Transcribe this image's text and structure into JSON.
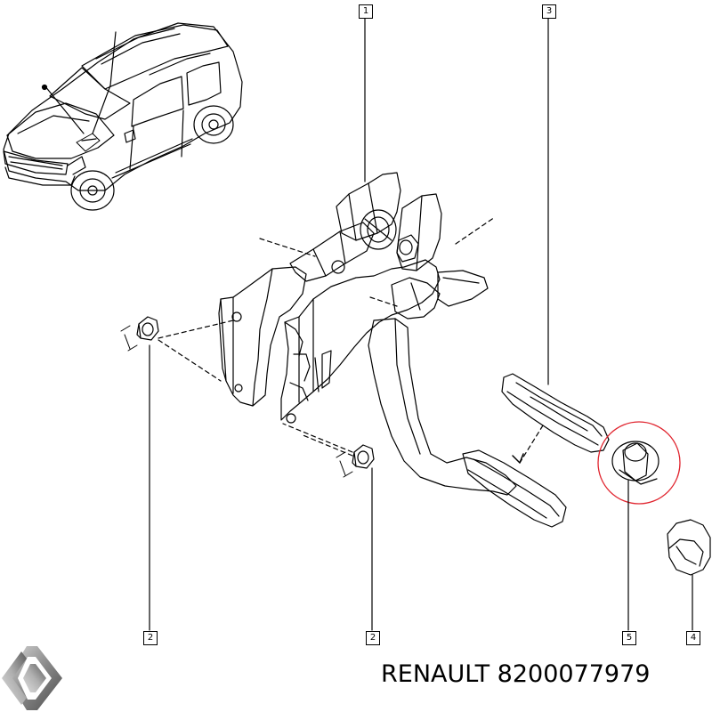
{
  "callouts": {
    "c1": "1",
    "c3": "3",
    "c2a": "2",
    "c2b": "2",
    "c5": "5",
    "c4": "4"
  },
  "brand": {
    "name": "RENAULT",
    "part_number": "8200077979"
  },
  "colors": {
    "line": "#000000",
    "highlight": "#e0242e",
    "logo_gray": "#9a9a9a"
  }
}
